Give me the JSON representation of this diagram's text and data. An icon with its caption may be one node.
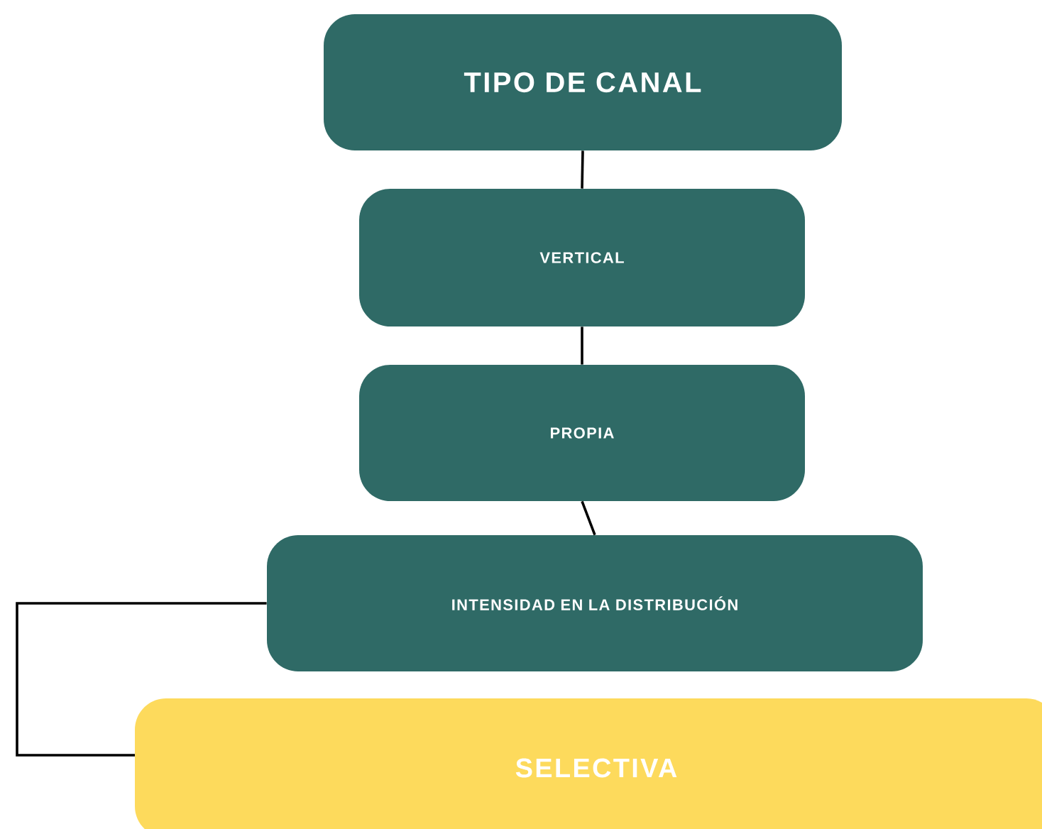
{
  "diagram": {
    "nodes": [
      {
        "text": [
          "TIPO DE CANAL"
        ]
      },
      {
        "text": [
          "VERTICAL"
        ]
      },
      {
        "text": [
          "PROPIA"
        ]
      },
      {
        "text": [
          "INTENSIDAD EN LA DISTRIBUCIÓN"
        ]
      },
      {
        "text": [
          "SELECTIVA"
        ]
      }
    ],
    "edges": [
      {
        "from": 0,
        "to": 1,
        "arrow": "none"
      },
      {
        "from": 1,
        "to": 2,
        "arrow": "none"
      },
      {
        "from": 2,
        "to": 3,
        "arrow": "none"
      },
      {
        "from": 3,
        "to": 4,
        "arrow": "none"
      }
    ]
  }
}
